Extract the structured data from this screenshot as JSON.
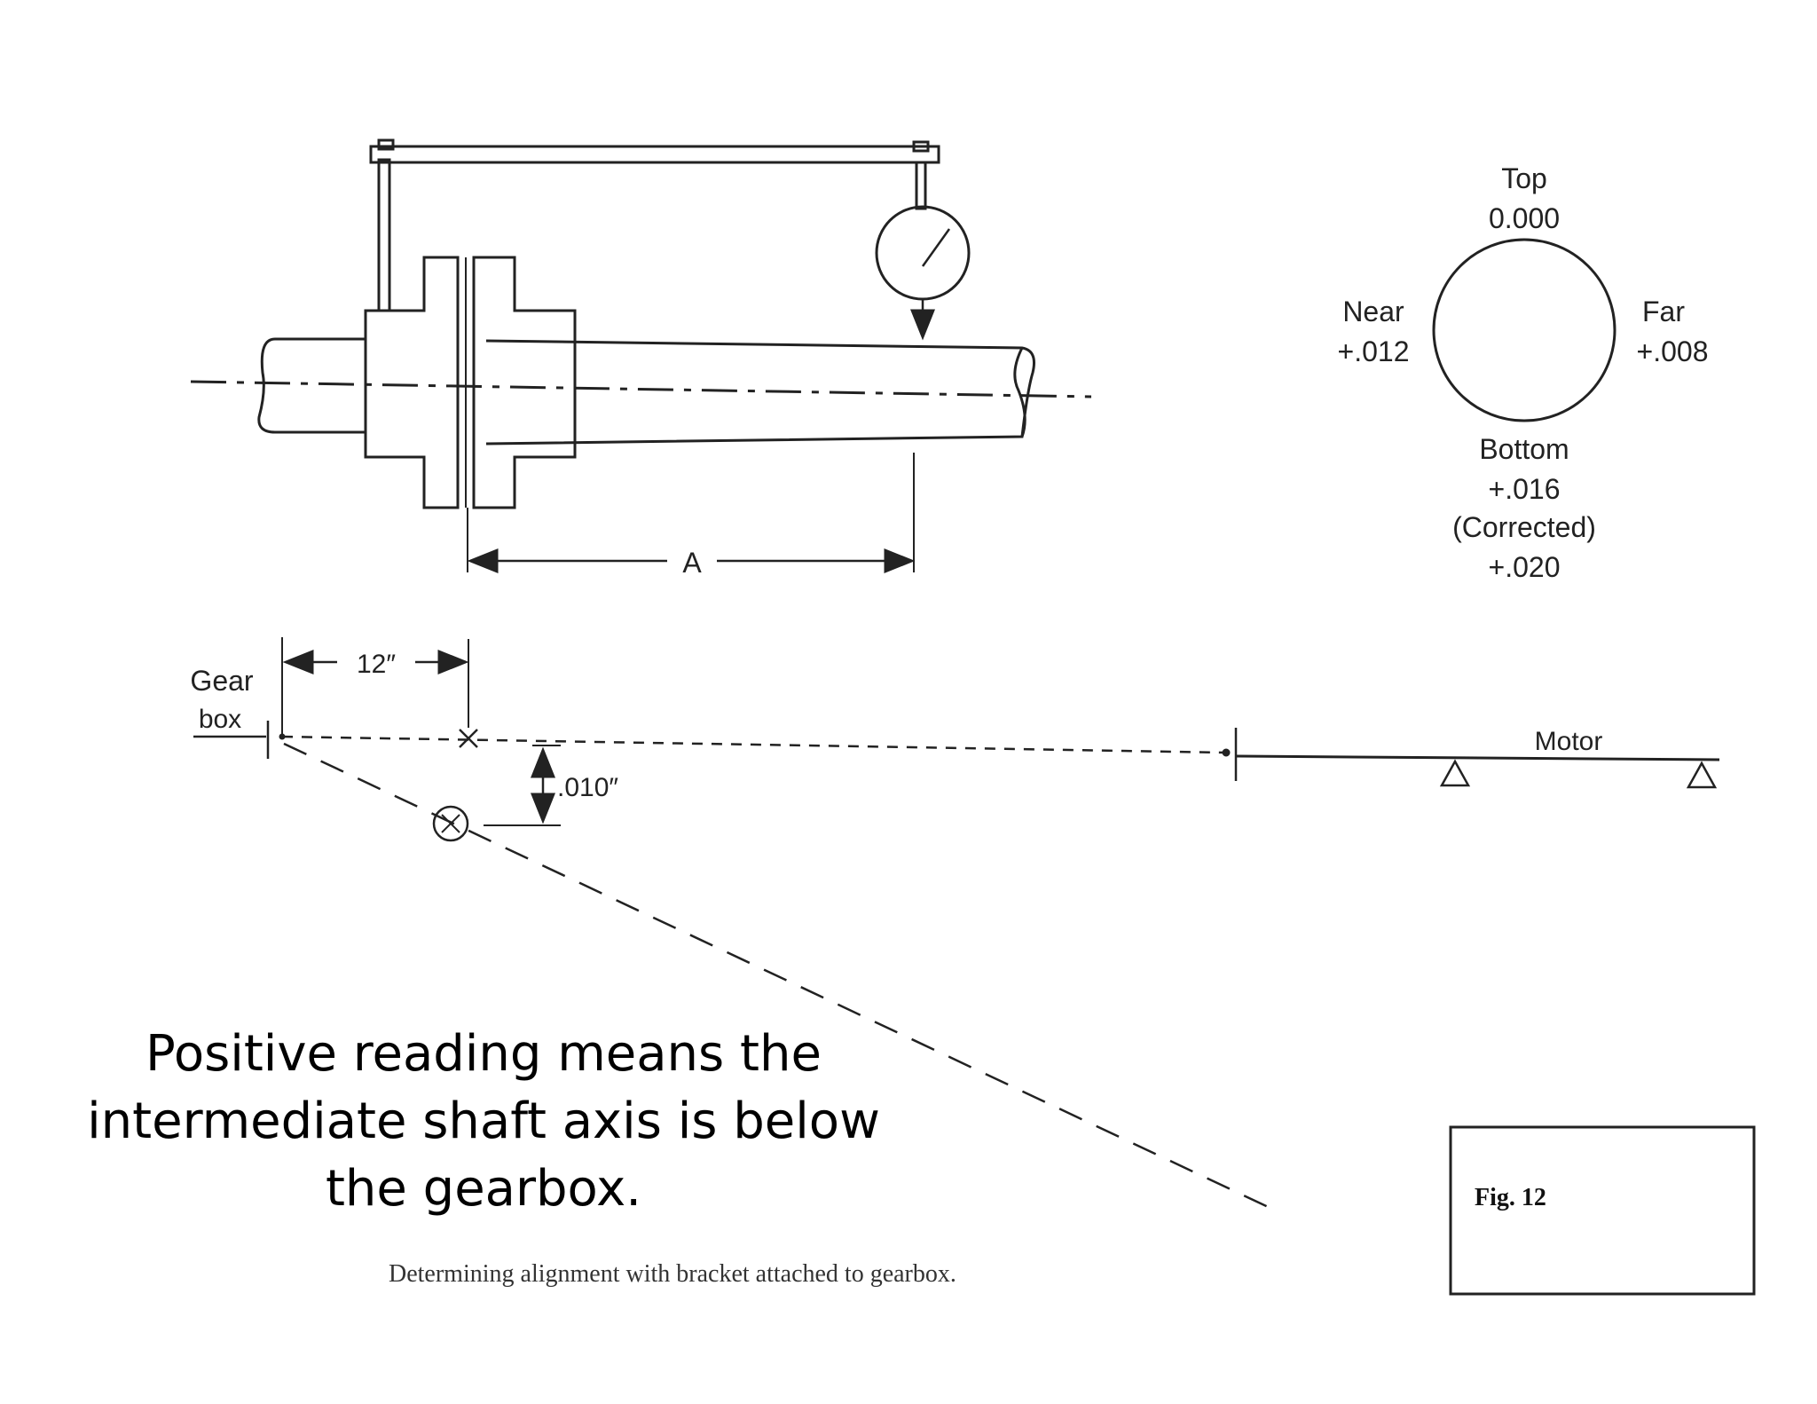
{
  "dial_readings": {
    "top_label": "Top",
    "top_value": "0.000",
    "near_label": "Near",
    "near_value": "+.012",
    "far_label": "Far",
    "far_value": "+.008",
    "bottom_label": "Bottom",
    "bottom_value": "+.016",
    "corrected_label": "(Corrected)",
    "corrected_value": "+.020"
  },
  "bracket_diagram": {
    "dimension_label": "A"
  },
  "alignment_plot": {
    "gearbox_label_line1": "Gear",
    "gearbox_label_line2": "box",
    "distance_label": "12″",
    "offset_label": ".010″",
    "motor_label": "Motor"
  },
  "note_lines": [
    "Positive reading means the",
    "intermediate shaft axis  is below",
    "the gearbox."
  ],
  "caption": "Determining alignment with bracket attached to gearbox.",
  "figure_label": "Fig. 12"
}
